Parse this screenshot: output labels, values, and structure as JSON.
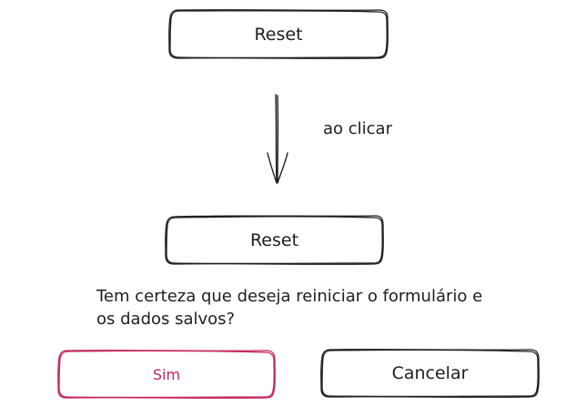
{
  "top_button": {
    "label": "Reset"
  },
  "arrow_annotation": {
    "text": "ao clicar"
  },
  "second_button": {
    "label": "Reset"
  },
  "confirm_message": {
    "line1": "Tem certeza que deseja reiniciar o formulário e",
    "line2": "os dados salvos?"
  },
  "confirm_button": {
    "label": "Sim",
    "color": "#c2255c"
  },
  "cancel_button": {
    "label": "Cancelar"
  },
  "colors": {
    "stroke": "#1e1e1e",
    "accent": "#c2255c"
  }
}
